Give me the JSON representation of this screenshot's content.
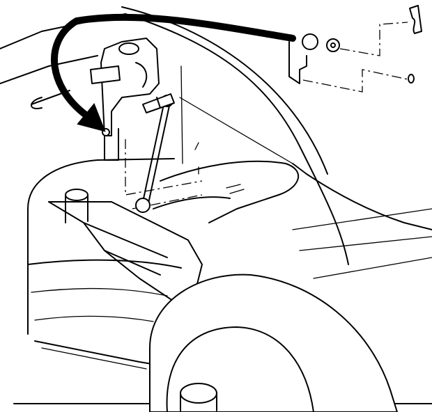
{
  "figure": {
    "background": "#ffffff",
    "line_color": "#000000",
    "parts": {
      "arrow_icon": "curved-arrow-icon",
      "sensor": "height-sensor",
      "link": "sensor-link-rod",
      "bolt": "mounting-bolt",
      "nut": "mounting-nut",
      "bracket": "sensor-bracket",
      "control_arm": "rear-control-arm",
      "tire": "tire",
      "frame": "body-frame"
    }
  }
}
